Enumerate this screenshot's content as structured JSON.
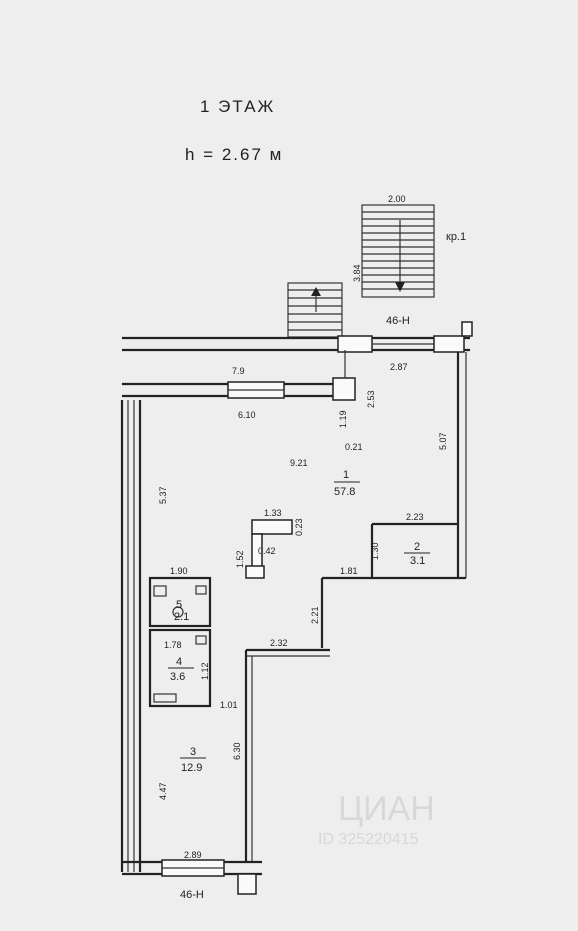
{
  "title": "1 ЭТАЖ",
  "height_note": "h = 2.67 м",
  "stair_label": "кр.1",
  "section_marks": [
    "46-Н",
    "46-Н"
  ],
  "rooms": [
    {
      "id": "1",
      "area": "57.8"
    },
    {
      "id": "2",
      "area": "3.1"
    },
    {
      "id": "3",
      "area": "12.9"
    },
    {
      "id": "4",
      "area": "3.6"
    },
    {
      "id": "5",
      "area": "2.1"
    }
  ],
  "dimensions": [
    "2.00",
    "3.84",
    "2.87",
    "7.9",
    "6.10",
    "2.53",
    "1.19",
    "0.21",
    "9.21",
    "5.07",
    "5.37",
    "1.33",
    "0.23",
    "0.42",
    "1.52",
    "2.23",
    "1.30",
    "1.81",
    "1.90",
    "1.78",
    "2.21",
    "2.32",
    "1.01",
    "6.30",
    "4.47",
    "2.89",
    "1.12"
  ],
  "watermark": {
    "brand": "ЦИАН",
    "id_text": "ID 325220415"
  },
  "colors": {
    "paper": "#eeeeee",
    "ink": "#222222",
    "watermark": "#d8d8d8"
  }
}
